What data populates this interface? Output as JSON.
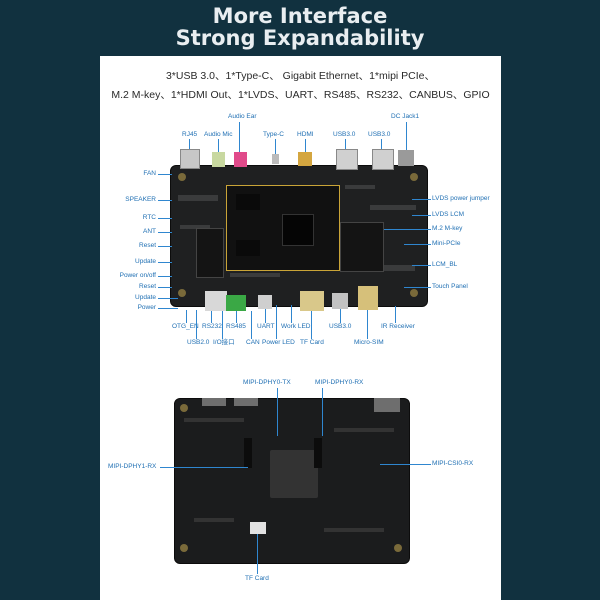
{
  "header": {
    "title_line1": "More Interface",
    "title_line2": "Strong Expandability"
  },
  "specs": {
    "line1": "3*USB 3.0、1*Type-C、 Gigabit Ethernet、1*mipi PCIe、",
    "line2": "M.2 M-key、1*HDMI Out、1*LVDS、UART、RS485、RS232、CANBUS、GPIO"
  },
  "top_board_labels": {
    "audio_ear": "Audio Ear",
    "rj45": "RJ45",
    "audio_mic": "Audio Mic",
    "type_c": "Type-C",
    "hdmi": "HDMI",
    "usb30_a": "USB3.0",
    "usb30_b": "USB3.0",
    "dc_jack": "DC Jack1",
    "fan": "FAN",
    "speaker": "SPEAKER",
    "rtc": "RTC",
    "ant": "ANT",
    "reset1": "Reset",
    "update1": "Update",
    "power_onoff": "Power on/off",
    "reset2": "Reset",
    "update2": "Update",
    "power": "Power",
    "lvds_power_jumper": "LVDS power jumper",
    "lvds_lcm": "LVDS LCM",
    "m2_mkey": "M.2 M-key",
    "mini_pcie": "Mini-PCIe",
    "lcm_bl": "LCM_BL",
    "touch_panel": "Touch Panel",
    "otg_en": "OTG_EN",
    "rs232": "RS232",
    "rs485": "RS485",
    "uart": "UART",
    "work_led": "Work LED",
    "usb30_bottom": "USB3.0",
    "ir_receiver": "IR Receiver",
    "usb20": "USB2.0",
    "io": "I/O接口",
    "can": "CAN",
    "power_led": "Power LED",
    "tf_card": "TF Card",
    "micro_sim": "Micro-SIM"
  },
  "bottom_board_labels": {
    "mipi_dphy0_tx": "MIPI-DPHY0-TX",
    "mipi_dphy0_rx": "MIPI-DPHY0-RX",
    "mipi_dphy1_rx": "MIPI-DPHY1-RX",
    "mipi_csi0_rx": "MIPI-CSI0-RX",
    "tf_card": "TF Card"
  },
  "colors": {
    "frame": "#11313f",
    "label": "#1f6fb3",
    "line": "#2f86cf",
    "board": "#1c1d1e",
    "title": "#e9eef1"
  }
}
